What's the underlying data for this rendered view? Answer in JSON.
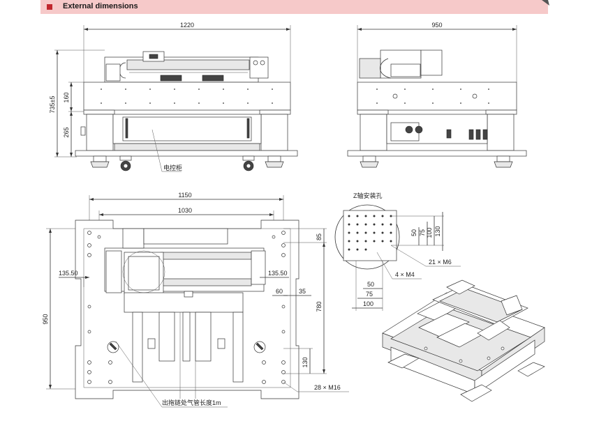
{
  "header": {
    "title": "External dimensions"
  },
  "front_view": {
    "width": "1220",
    "height_total": "735±5",
    "height_top": "160",
    "height_bottom": "265",
    "note": "电控柜"
  },
  "side_view": {
    "width": "950"
  },
  "top_view": {
    "width_outer": "1150",
    "width_inner": "1030",
    "height": "950",
    "offset_left": "135.50",
    "offset_right": "135.50",
    "dim_60": "60",
    "dim_35": "35",
    "dim_85": "85",
    "dim_780": "780",
    "dim_130": "130",
    "holes_m16": "28 × M16",
    "note": "出拖链处气管长度1m"
  },
  "detail_view": {
    "title": "Z轴安装孔",
    "dim_50v": "50",
    "dim_75v": "75",
    "dim_100v": "100",
    "dim_130v": "130",
    "holes_m6": "21 × M6",
    "holes_m4": "4 × M4",
    "dim_50h": "50",
    "dim_75h": "75",
    "dim_100h": "100"
  },
  "colors": {
    "header_bg": "#f6c9c9",
    "header_square": "#c0262d"
  }
}
